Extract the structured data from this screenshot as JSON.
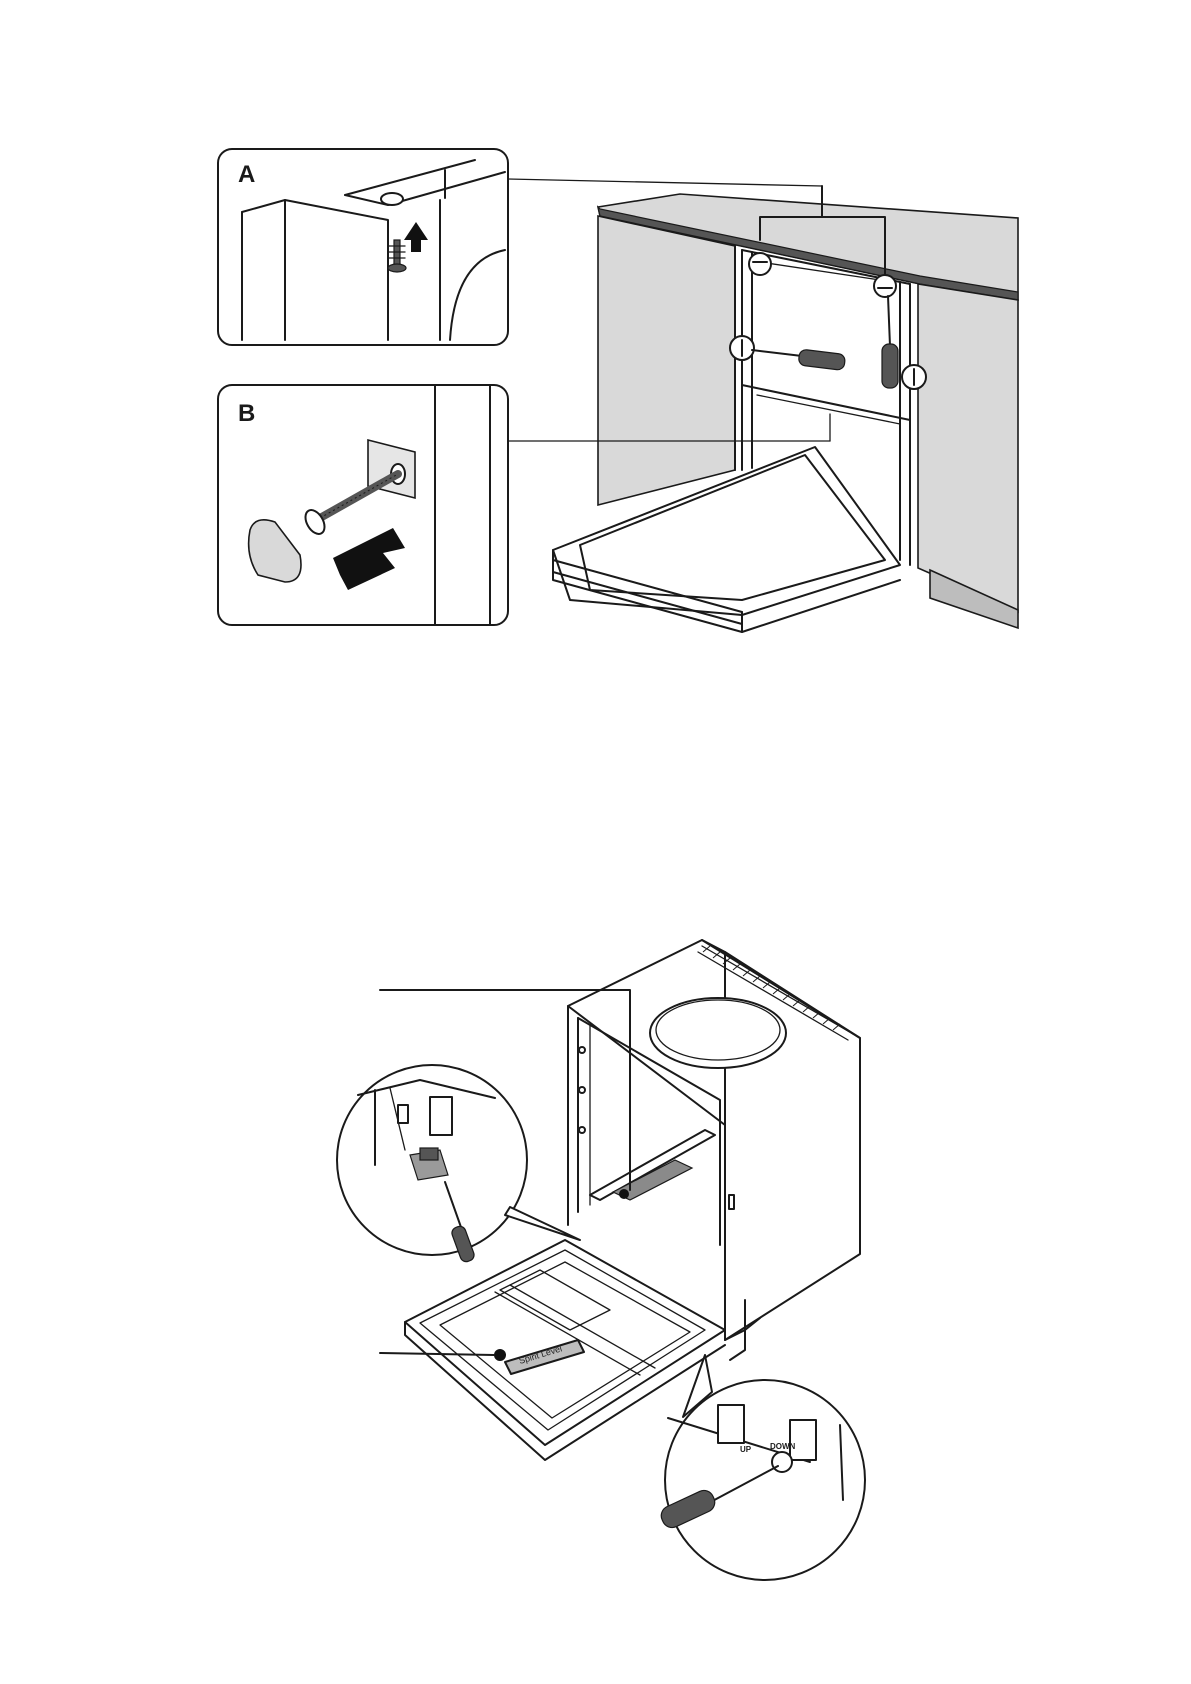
{
  "figure_top": {
    "panel_a_label": "A",
    "panel_b_label": "B"
  },
  "figure_bottom": {
    "spirit_level_text": "Spirit Level",
    "adjust_up_label": "UP",
    "adjust_down_label": "DOWN"
  },
  "colors": {
    "line": "#1a1a1a",
    "worktop": "#d9d9d9",
    "worktop_edge": "#555555",
    "background": "#ffffff"
  }
}
